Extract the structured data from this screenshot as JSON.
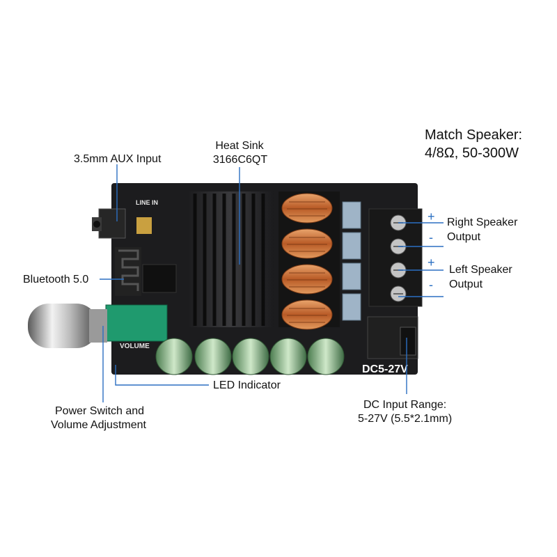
{
  "title_lines": [
    "Match Speaker:",
    "4/8Ω, 50-300W"
  ],
  "callouts": {
    "aux_input": "3.5mm AUX Input",
    "heat_sink": [
      "Heat Sink",
      "3166C6QT"
    ],
    "bluetooth": "Bluetooth 5.0",
    "right_speaker": [
      "Right Speaker",
      "Output"
    ],
    "left_speaker": [
      "Left Speaker",
      "Output"
    ],
    "led_indicator": "LED Indicator",
    "power_volume": [
      "Power Switch and",
      "Volume Adjustment"
    ],
    "dc_input": [
      "DC Input Range:",
      "5-27V (5.5*2.1mm)"
    ]
  },
  "board_print": {
    "line_in": "LINE IN",
    "volume": "VOLUME",
    "dc_range": "DC5-27V",
    "plus": "+",
    "minus": "-"
  },
  "colors": {
    "pcb": "#1c1c1e",
    "heatsink": "#2a2a2c",
    "capacitor": "#cfe3cf",
    "coil_copper": "#c8703a",
    "callout_line": "#2b6fc2",
    "knob_green": "#1f9a6e"
  }
}
